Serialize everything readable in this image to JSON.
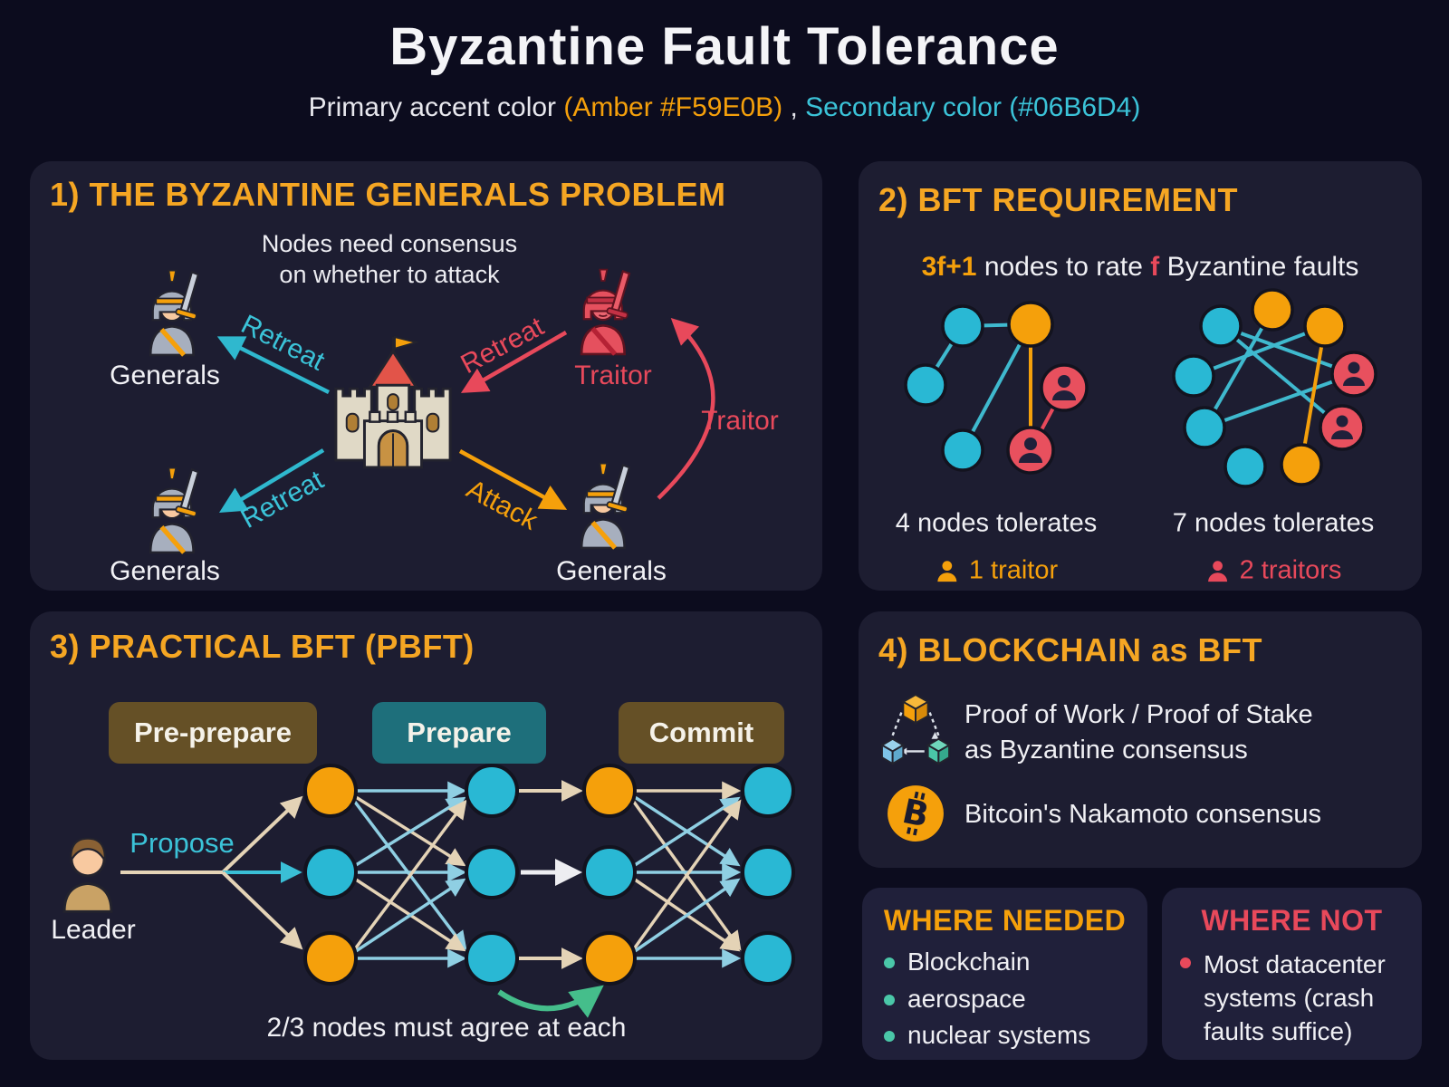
{
  "colors": {
    "background": "#0C0C1E",
    "panel": "#1D1D31",
    "amber": "#F59E0B",
    "cyan": "#06B6D4",
    "red": "#E8495B",
    "teal_bullet": "#4AC7A8",
    "green_arrow": "#45BE8B"
  },
  "header": {
    "title": "Byzantine Fault Tolerance",
    "subtitle_prefix": "Primary accent color ",
    "subtitle_amber": "(Amber #F59E0B)",
    "subtitle_comma": " , ",
    "subtitle_secondary": "Secondary color (#06B6D4)"
  },
  "panel1": {
    "title": "1) THE BYZANTINE GENERALS PROBLEM",
    "caption_line1": "Nodes need consensus",
    "caption_line2": "on whether to attack",
    "label_generals": "Generals",
    "label_traitor": "Traitor",
    "label_retreat": "Retreat",
    "label_attack": "Attack"
  },
  "panel2": {
    "title": "2) BFT REQUIREMENT",
    "formula_term": "3f+1",
    "formula_mid": " nodes to rate ",
    "formula_f": "f",
    "formula_tail": " Byzantine faults",
    "left_caption": "4 nodes tolerates",
    "left_tolerance": "1 traitor",
    "right_caption": "7 nodes tolerates",
    "right_tolerance": "2 traitors"
  },
  "panel3": {
    "title": "3) PRACTICAL BFT (PBFT)",
    "phases": [
      "Pre-prepare",
      "Prepare",
      "Commit"
    ],
    "propose_label": "Propose",
    "leader_label": "Leader",
    "footer": "2/3 nodes must agree at each"
  },
  "panel4": {
    "title": "4) BLOCKCHAIN as BFT",
    "pow_line1": "Proof of Work / Proof of Stake",
    "pow_line2": "as Byzantine consensus",
    "bitcoin_text": "Bitcoin's Nakamoto consensus"
  },
  "where_needed": {
    "title": "WHERE NEEDED",
    "items": [
      "Blockchain",
      "aerospace",
      "nuclear systems"
    ]
  },
  "where_not": {
    "title": "WHERE NOT",
    "items": [
      "Most datacenter systems (crash faults suffice)"
    ]
  }
}
